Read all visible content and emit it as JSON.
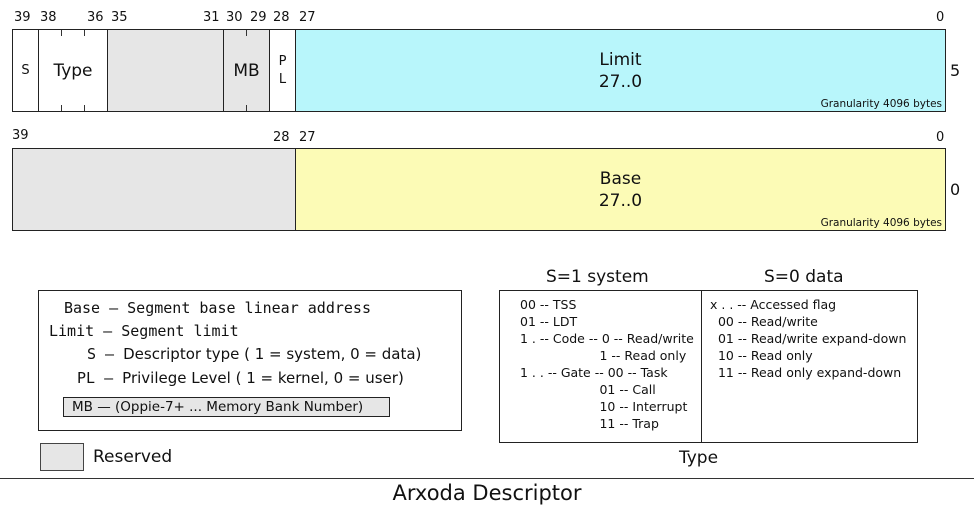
{
  "row1": {
    "bits": {
      "b39": "39",
      "b38": "38",
      "b36": "36",
      "b35": "35",
      "b31": "31",
      "b30": "30",
      "b29": "29",
      "b28": "28",
      "b27": "27",
      "b0": "0"
    },
    "s_label": "S",
    "type_label": "Type",
    "mb_label": "MB",
    "pl_label": "P\nL",
    "limit_title": "Limit",
    "limit_range": "27..0",
    "granularity": "Granularity 4096 bytes",
    "row_index": "5"
  },
  "row2": {
    "bits": {
      "b39": "39",
      "b28": "28",
      "b27": "27",
      "b0": "0"
    },
    "base_title": "Base",
    "base_range": "27..0",
    "granularity": "Granularity 4096 bytes",
    "row_index": "0"
  },
  "legend": {
    "lines": [
      {
        "key": "Base",
        "dash": " — ",
        "text": "Segment base linear address"
      },
      {
        "key": "Limit",
        "dash": " — ",
        "text": "Segment limit"
      },
      {
        "key": "S",
        "dash": " — ",
        "text": "Descriptor type ( 1 = system, 0 = data)"
      },
      {
        "key": "PL",
        "dash": " — ",
        "text": "Privilege Level ( 1 = kernel, 0 = user)"
      }
    ],
    "mb_line": "MB — (Oppie-7+ ... Memory Bank Number)",
    "reserved_label": "Reserved"
  },
  "type_table": {
    "header_system": "S=1 system",
    "header_data": "S=0 data",
    "system_lines": [
      "00 -- TSS",
      "01 -- LDT",
      "1 . -- Code -- 0 -- Read/write",
      "                    1 -- Read only",
      "1 . . -- Gate -- 00 -- Task",
      "                    01 -- Call",
      "                    10 -- Interrupt",
      "                    11 -- Trap"
    ],
    "data_lines": [
      "x . . -- Accessed flag",
      "  00 -- Read/write",
      "  01 -- Read/write expand-down",
      "  10 -- Read only",
      "  11 -- Read only expand-down"
    ],
    "caption": "Type"
  },
  "footer_title": "Arxoda Descriptor",
  "colors": {
    "reserved": "#e6e6e6",
    "limit": "#b8f6fb",
    "base": "#fcfbb6"
  }
}
